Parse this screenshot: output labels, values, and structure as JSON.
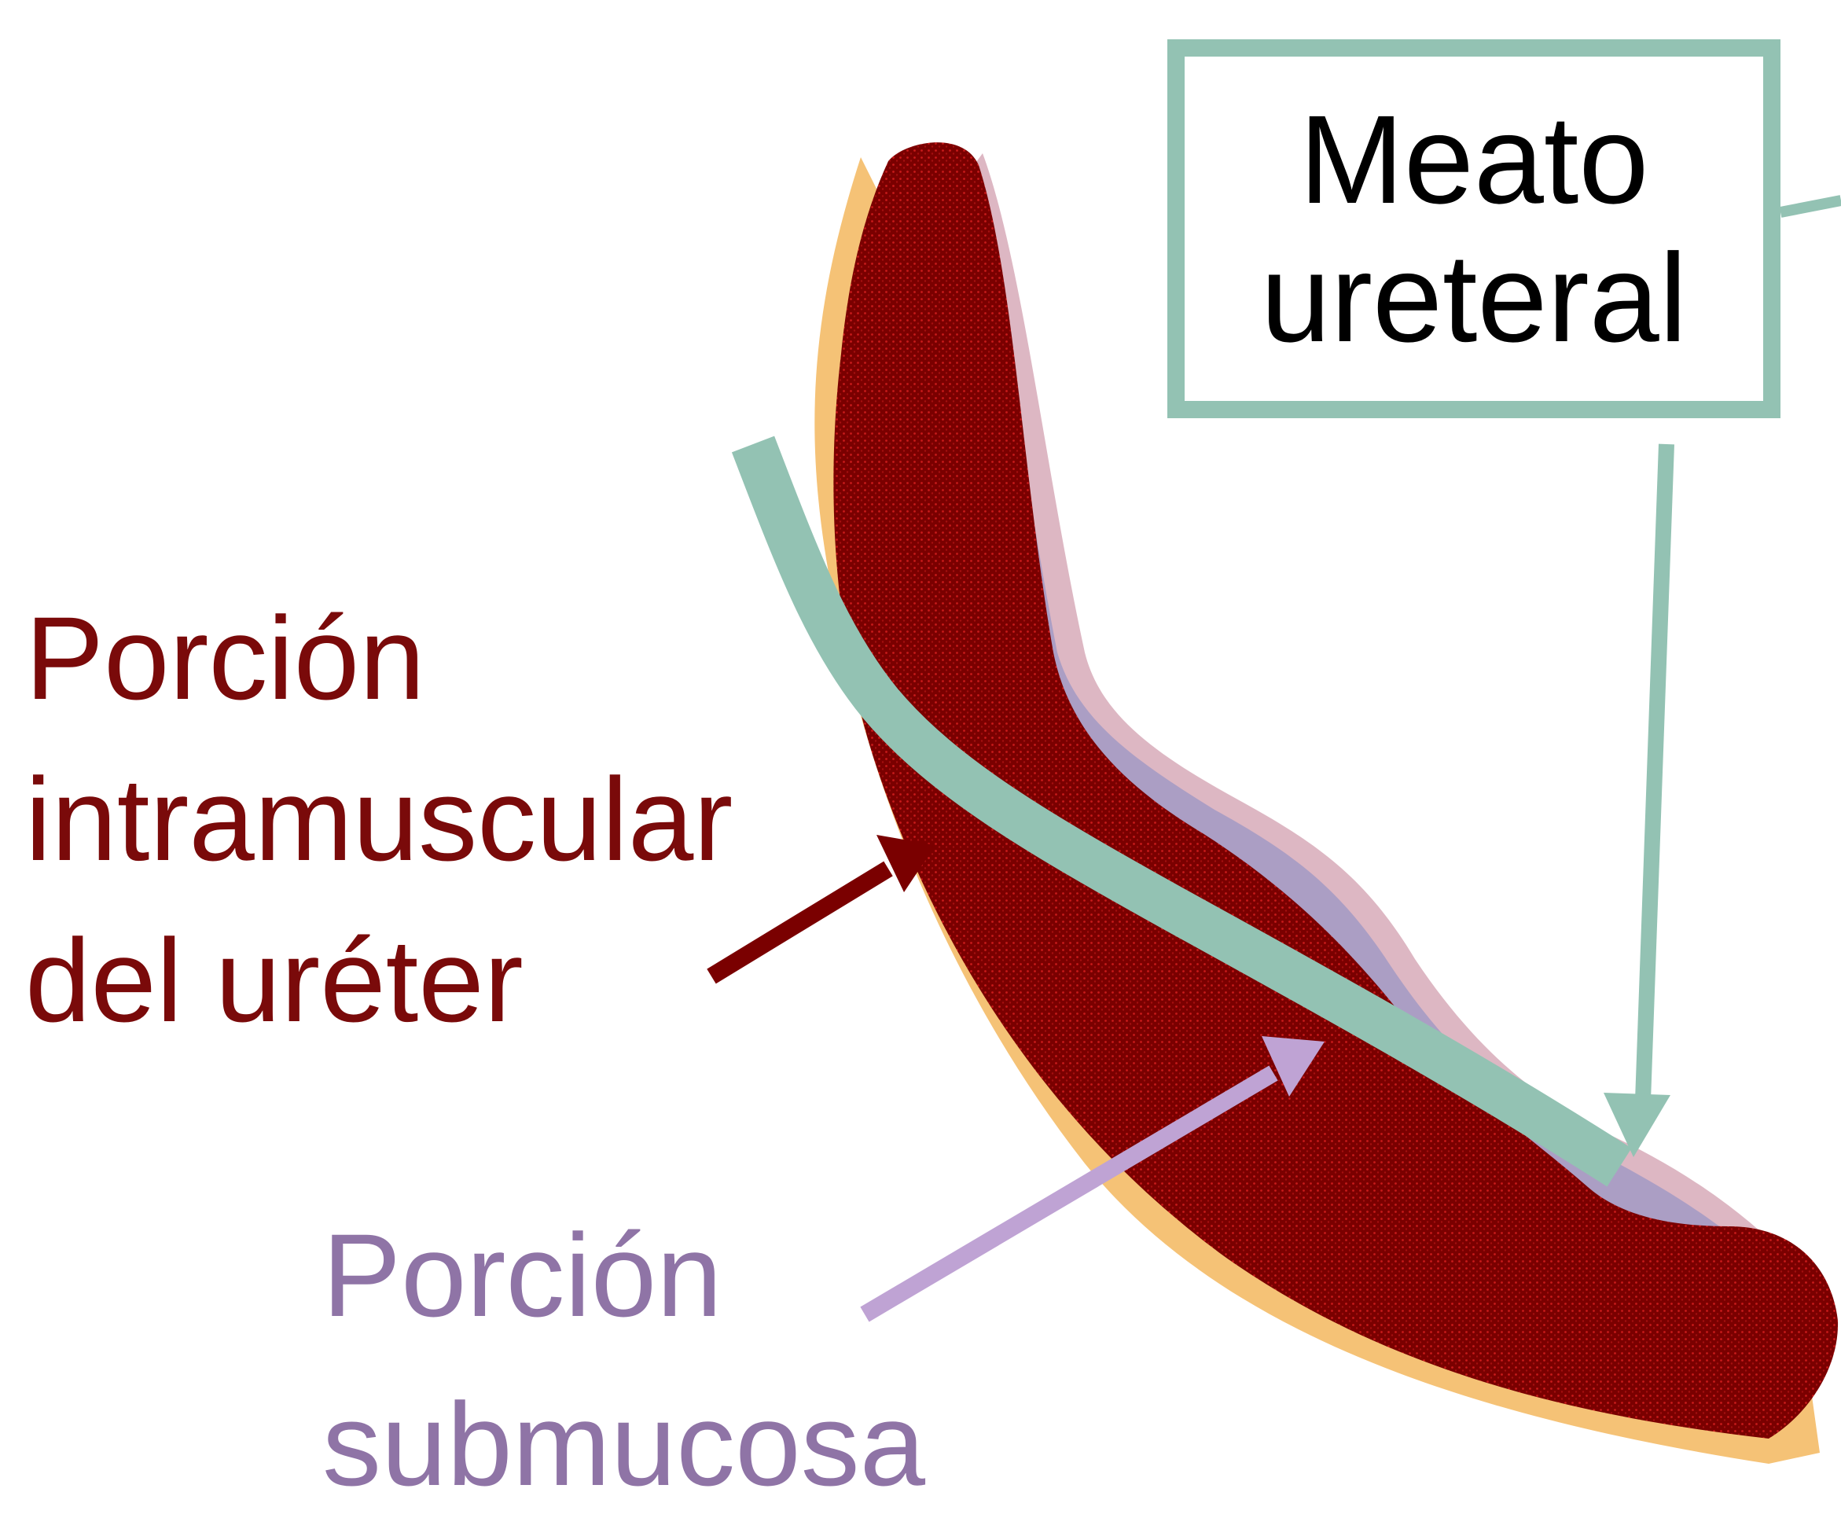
{
  "meato_box": {
    "line1": "Meato",
    "line2": "ureteral"
  },
  "intramuscular_label": {
    "line1": "Porción",
    "line2": "intramuscular",
    "line3": "del uréter"
  },
  "submucosa_label": {
    "line1": "Porción",
    "line2": "submucosa"
  },
  "colors": {
    "muscle": "#7a0000",
    "muscle_dots": "#c01818",
    "outer_layer": "#f5c276",
    "submucosa_layer": "#ab9ec4",
    "mucosa_layer": "#ddb7c3",
    "ureter_lumen": "#93c2b3",
    "intramuscular_text": "#7a0a0a",
    "submucosa_text": "#8f74a6",
    "submucosa_arrow": "#bfa3d4",
    "intramuscular_arrow": "#7a0000"
  }
}
